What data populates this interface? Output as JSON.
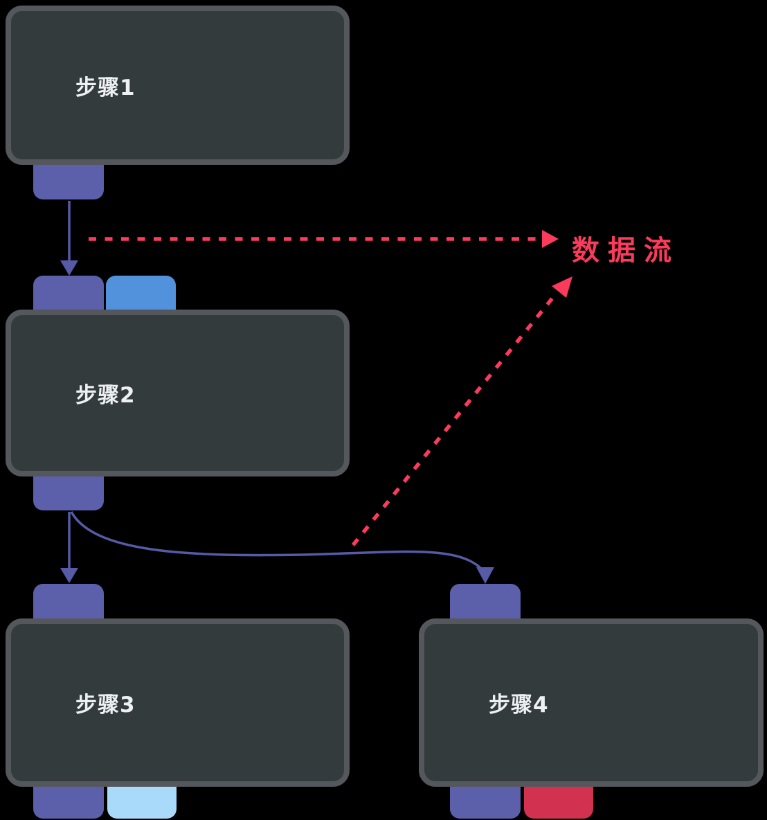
{
  "diagram": {
    "title": "flow-steps-diagram",
    "nodes": [
      {
        "id": "step1",
        "label": "步骤1"
      },
      {
        "id": "step2",
        "label": "步骤2"
      },
      {
        "id": "step3",
        "label": "步骤3"
      },
      {
        "id": "step4",
        "label": "步骤4"
      }
    ],
    "edges": [
      {
        "from": "step1",
        "to": "step2",
        "style": "solid-arrow"
      },
      {
        "from": "step2",
        "to": "step3",
        "style": "solid-arrow"
      },
      {
        "from": "step2",
        "to": "step4",
        "style": "solid-curved-arrow"
      }
    ],
    "annotation": {
      "label": "数据流",
      "style": "dashed-arrows",
      "targets": [
        "horizontal-from-step1-step2-edge",
        "diagonal-from-step2-step4-edge"
      ]
    },
    "ports": {
      "step1": {
        "bottom": [
          "purple"
        ]
      },
      "step2": {
        "top": [
          "purple",
          "blue"
        ],
        "bottom": [
          "purple"
        ]
      },
      "step3": {
        "top": [
          "purple"
        ],
        "bottom": [
          "purple",
          "light_blue"
        ]
      },
      "step4": {
        "top": [
          "purple"
        ],
        "bottom": [
          "purple",
          "red"
        ]
      }
    },
    "colors": {
      "canvas_bg": "#000000",
      "node_fill": "#343b3d",
      "node_border": "#54575b",
      "node_text": "#eef1f3",
      "connector_purple": "#5c5fa9",
      "connector_blue": "#5291dc",
      "connector_light_blue": "#a9dafa",
      "connector_red": "#d2314f",
      "edge_purple": "#565aa7",
      "dashed_red": "#fb3b5c"
    }
  }
}
